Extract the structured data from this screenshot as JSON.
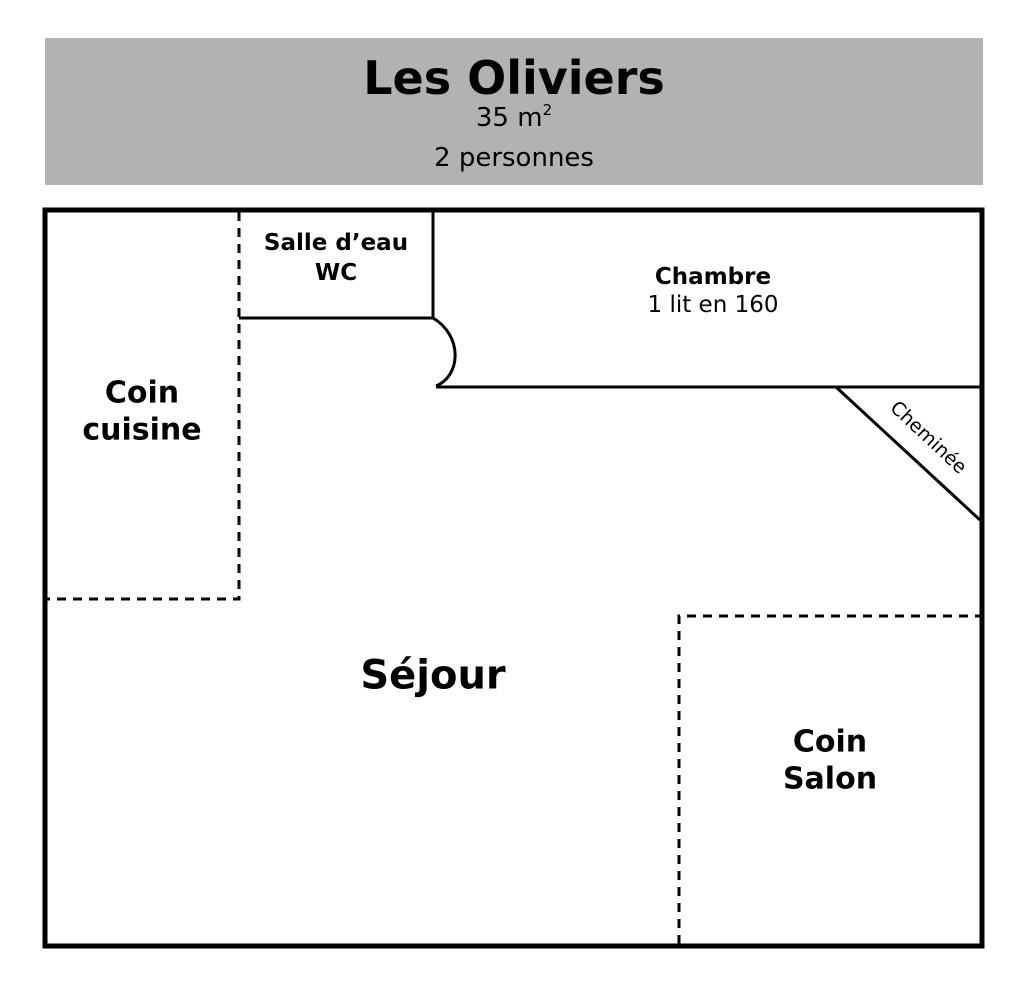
{
  "header": {
    "title": "Les Oliviers",
    "area_value": "35 m",
    "area_exp": "2",
    "persons": "2 personnes",
    "background": "#b2b2b2"
  },
  "rooms": {
    "kitchen": {
      "line1": "Coin",
      "line2": "cuisine"
    },
    "bathroom": {
      "line1": "Salle d’eau",
      "line2": "WC"
    },
    "bedroom": {
      "name": "Chambre",
      "detail": "1 lit en 160"
    },
    "fireplace": {
      "name": "Cheminée"
    },
    "living": {
      "name": "Séjour"
    },
    "lounge": {
      "line1": "Coin",
      "line2": "Salon"
    }
  }
}
